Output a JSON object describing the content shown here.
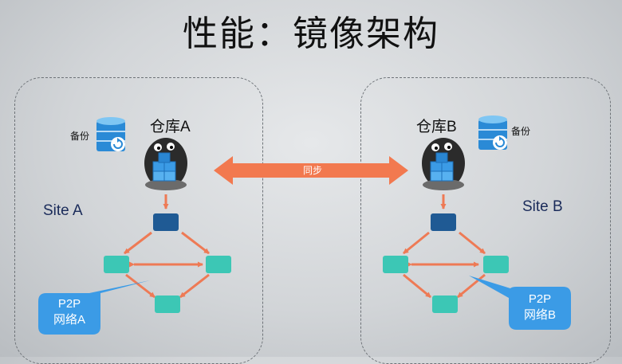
{
  "title": "性能：镜像架构",
  "siteA": {
    "warehouse": "仓库A",
    "site_label": "Site A",
    "backup": "备份",
    "callout_line1": "P2P",
    "callout_line2": "网络A"
  },
  "siteB": {
    "warehouse": "仓库B",
    "site_label": "Site B",
    "backup": "备份",
    "callout_line1": "P2P",
    "callout_line2": "网络B"
  },
  "sync": "同步",
  "colors": {
    "sync_arrow": "#f2794f",
    "master_node": "#1f5a94",
    "peer_node": "#3cc7b5",
    "network_arrow": "#ee7a55",
    "callout": "#3b9be6",
    "backup_icon": "#2a8ad6"
  },
  "icons": [
    "backup-database-icon",
    "harbor-registry-icon"
  ]
}
